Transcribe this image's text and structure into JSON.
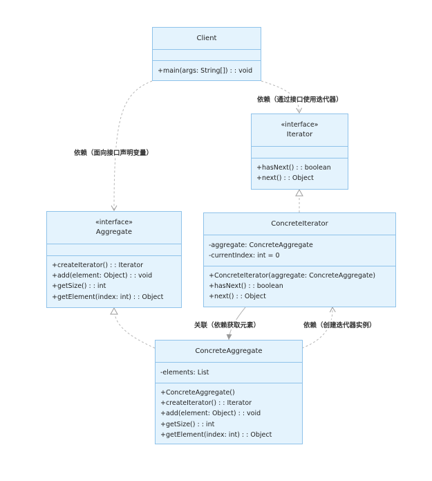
{
  "classes": {
    "client": {
      "name": "Client",
      "attributes": [],
      "operations": [
        "+main(args: String[]) : : void"
      ]
    },
    "iterator": {
      "stereotype": "«interface»",
      "name": "Iterator",
      "attributes": [],
      "operations": [
        "+hasNext() : : boolean",
        "+next() : : Object"
      ]
    },
    "aggregate": {
      "stereotype": "«interface»",
      "name": "Aggregate",
      "attributes": [],
      "operations": [
        "+createIterator() : : Iterator",
        "+add(element: Object) : : void",
        "+getSize() : : int",
        "+getElement(index: int) : : Object"
      ]
    },
    "concrete_iterator": {
      "name": "ConcreteIterator",
      "attributes": [
        "-aggregate: ConcreteAggregate",
        "-currentIndex: int = 0"
      ],
      "operations": [
        "+ConcreteIterator(aggregate: ConcreteAggregate)",
        "+hasNext() : : boolean",
        "+next() : : Object"
      ]
    },
    "concrete_aggregate": {
      "name": "ConcreteAggregate",
      "attributes": [
        "-elements: List"
      ],
      "operations": [
        "+ConcreteAggregate()",
        "+createIterator() : : Iterator",
        "+add(element: Object) : : void",
        "+getSize() : : int",
        "+getElement(index: int) : : Object"
      ]
    }
  },
  "edges": {
    "client_to_iterator": "依赖（通过接口使用迭代器）",
    "client_to_aggregate": "依赖（面向接口声明变量）",
    "concrete_aggregate_to_iterator": "关联（依赖获取元素）",
    "concrete_aggregate_creates_iterator": "依赖（创建迭代器实例）"
  },
  "colors": {
    "box_fill": "#e4f3fd",
    "box_border": "#8ec2ea",
    "edge": "#b5b5b5"
  }
}
